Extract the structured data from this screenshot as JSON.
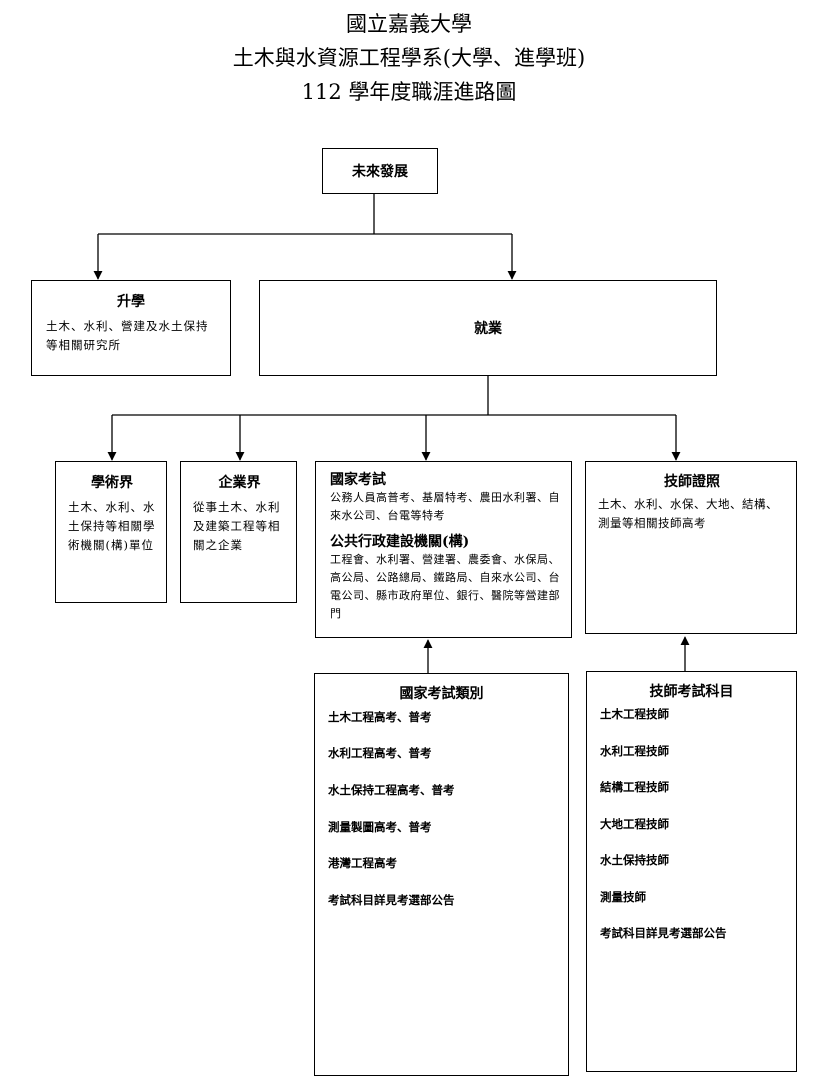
{
  "title": {
    "line1": "國立嘉義大學",
    "line2": "土木與水資源工程學系(大學、進學班)",
    "line3": "112 學年度職涯進路圖"
  },
  "future": {
    "label": "未來發展"
  },
  "further_study": {
    "heading": "升學",
    "text": "土木、水利、營建及水土保持等相關研究所"
  },
  "employment": {
    "heading": "就業"
  },
  "academia": {
    "heading": "學術界",
    "text": "土木、水利、水土保持等相關學術機關(構)單位"
  },
  "enterprise": {
    "heading": "企業界",
    "text": "從事土木、水利及建築工程等相關之企業"
  },
  "national": {
    "heading1": "國家考試",
    "text1": "公務人員高普考、基層特考、農田水利署、自來水公司、台電等特考",
    "heading2": "公共行政建設機關(構)",
    "text2": "工程會、水利署、營建署、農委會、水保局、高公局、公路總局、鐵路局、自來水公司、台電公司、縣市政府單位、銀行、醫院等營建部門"
  },
  "license": {
    "heading": "技師證照",
    "text": "土木、水利、水保、大地、結構、測量等相關技師高考"
  },
  "exam_types": {
    "heading": "國家考試類別",
    "items": [
      "土木工程高考、普考",
      "水利工程高考、普考",
      "水土保持工程高考、普考",
      "測量製圖高考、普考",
      "港灣工程高考",
      "考試科目詳見考選部公告"
    ]
  },
  "engineer_subjects": {
    "heading": "技師考試科目",
    "items": [
      "土木工程技師",
      "水利工程技師",
      "結構工程技師",
      "大地工程技師",
      "水土保持技師",
      "測量技師",
      "考試科目詳見考選部公告"
    ]
  }
}
